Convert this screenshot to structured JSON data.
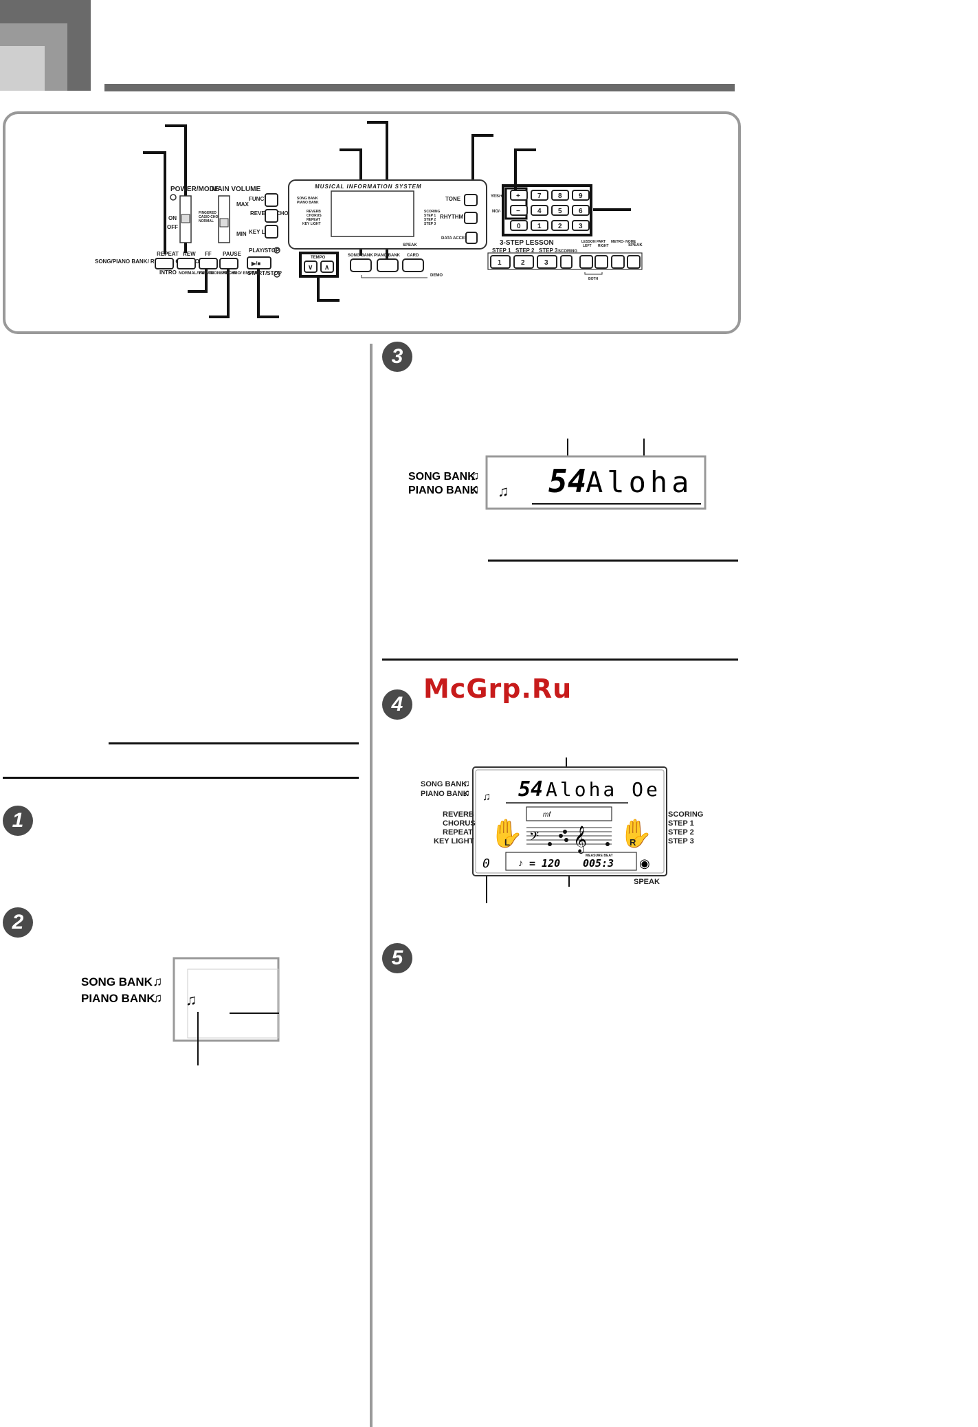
{
  "watermark": "McGrp.Ru",
  "panel": {
    "power_mode": "POWER/MODE",
    "main_volume": "MAIN VOLUME",
    "on": "ON",
    "off": "OFF",
    "max": "MAX",
    "min": "MIN",
    "mode_options": [
      "FINGERED",
      "CASIO CHORD",
      "NORMAL"
    ],
    "function": "FUNCTION",
    "reverb_chorus": "REVERB/ CHORUS",
    "key_light": "KEY LIGHT",
    "controller_label": "SONG/PIANO BANK/ RHYTHM CONTROLLER",
    "repeat": "REPEAT",
    "rew": "REW",
    "ff": "FF",
    "pause": "PAUSE",
    "play_stop": "PLAY/STOP",
    "intro": "INTRO",
    "normal_fillin": "NORMAL/ FILL-IN",
    "variation_fillin": "VARIATION/ FILL-IN",
    "synchro_ending": "SYNCHRO/ ENDING",
    "start_stop": "START/STOP",
    "mis_logo": "MUSICAL INFORMATION SYSTEM",
    "display_left": [
      "SONG BANK",
      "PIANO BANK",
      "REVERB",
      "CHORUS",
      "REPEAT",
      "KEY LIGHT"
    ],
    "display_right": [
      "SCORING",
      "STEP 1",
      "STEP 2",
      "STEP 3"
    ],
    "speak": "SPEAK",
    "tone": "TONE",
    "rhythm": "RHYTHM",
    "data_access": "DATA ACCESS",
    "tempo": "TEMPO",
    "song_bank": "SONG BANK",
    "piano_bank": "PIANO BANK",
    "card": "CARD",
    "demo": "DEMO",
    "yes": "YES/+",
    "no": "NO/-",
    "keypad": [
      "+",
      "7",
      "8",
      "9",
      "−",
      "4",
      "5",
      "6",
      "0",
      "1",
      "2",
      "3"
    ],
    "three_step": "3-STEP LESSON",
    "step1": "STEP 1",
    "step2": "STEP 2",
    "step3": "STEP 3",
    "scoring": "SCORING",
    "lesson_part": "LESSON PART",
    "left": "LEFT",
    "right": "RIGHT",
    "metronome": "METRO- NOME",
    "both": "BOTH",
    "step_keys": [
      "1",
      "2",
      "3"
    ]
  },
  "display_a": {
    "song_bank": "SONG BANK",
    "piano_bank": "PIANO BANK",
    "number": "54",
    "title": "Aloha Oe"
  },
  "display_b": {
    "song_bank": "SONG BANK",
    "piano_bank": "PIANO BANK",
    "number": "54",
    "title": "Aloha Oe",
    "left_labels": [
      "REVERB",
      "CHORUS",
      "REPEAT",
      "KEY LIGHT"
    ],
    "right_labels": [
      "SCORING",
      "STEP 1",
      "STEP 2",
      "STEP 3"
    ],
    "hand_left": "L",
    "hand_right": "R",
    "dynamic": "mf",
    "measure_beat": "MEASURE BEAT",
    "tempo_value": "= 120",
    "measure_value": "005:3",
    "beat_digit": "0",
    "speak": "SPEAK"
  },
  "display_c": {
    "song_bank": "SONG BANK",
    "piano_bank": "PIANO BANK"
  },
  "steps": [
    "1",
    "2",
    "3",
    "4",
    "5"
  ]
}
